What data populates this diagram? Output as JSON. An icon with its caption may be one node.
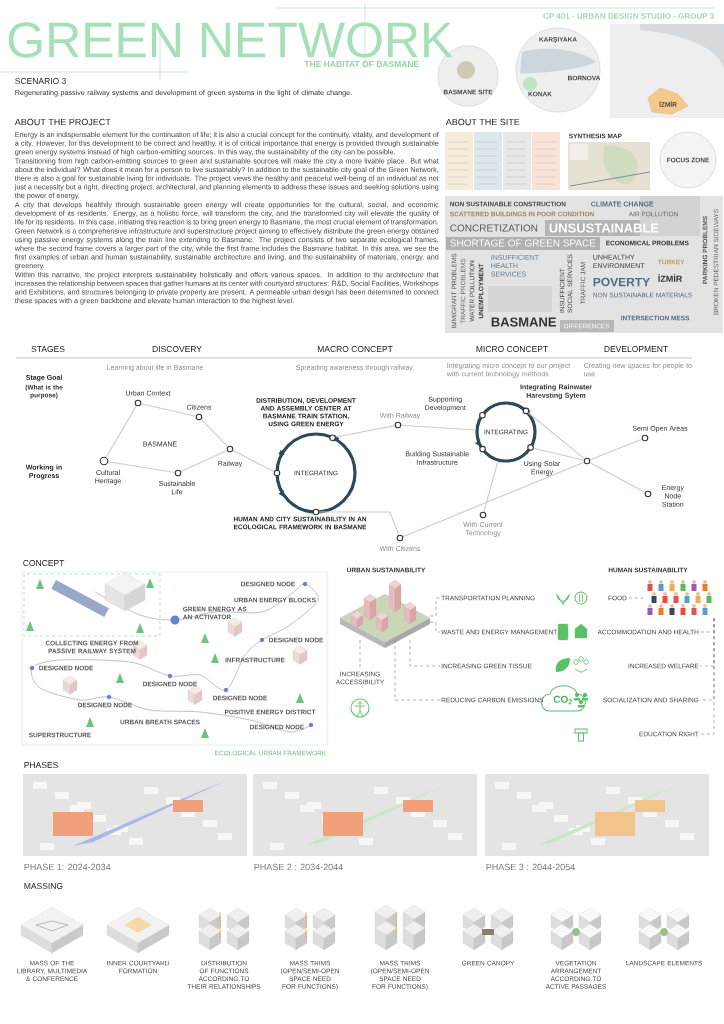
{
  "diagram": {
    "title": "GREEN NETWORK",
    "nodes": [
      {
        "text": [
          "INTEGRATING"
        ]
      },
      {
        "text": [
          "INTEGRATING"
        ]
      },
      {
        "text": [],
        "shape": "circle",
        "beside": [
          "Urban Context"
        ]
      },
      {
        "text": [],
        "shape": "circle",
        "beside": [
          "Citizens"
        ]
      },
      {
        "text": [],
        "shape": "circle",
        "beside": [
          "Railway"
        ]
      },
      {
        "text": [],
        "shape": "circle",
        "beside": [
          "Cultural Heritage"
        ]
      },
      {
        "text": [],
        "shape": "circle",
        "beside": [
          "Sustainable Life"
        ]
      },
      {
        "text": [],
        "shape": "circle",
        "beside": [
          "DISTRIBUTION, DEVELOPMENT AND ASSEMBLY CENTER AT BASMANE TRAIN STATION, USING GREEN ENERGY"
        ]
      },
      {
        "text": [],
        "shape": "circle"
      },
      {
        "text": [],
        "shape": "circle",
        "beside": [
          "HUMAN AND CITY SUSTAINABILITY IN AN ECOLOGICAL FRAMEWORK IN BASMANE"
        ]
      },
      {
        "text": [],
        "shape": "circle",
        "beside": [
          "With Railway"
        ]
      },
      {
        "text": [],
        "shape": "circle",
        "beside": [
          "With Citizens"
        ]
      },
      {
        "text": [],
        "shape": "circle",
        "beside": [
          "With Current Technology"
        ]
      },
      {
        "text": [],
        "shape": "circle",
        "beside": [
          "Supporting Development"
        ]
      },
      {
        "text": [],
        "shape": "circle"
      },
      {
        "text": [],
        "shape": "circle",
        "beside": [
          "Building Sustainable Infrastructure"
        ]
      },
      {
        "text": [],
        "shape": "circle"
      },
      {
        "text": [],
        "shape": "circle"
      },
      {
        "text": [],
        "shape": "circle",
        "beside": [
          "Semi Open Areas"
        ]
      },
      {
        "text": [],
        "shape": "circle",
        "beside": [
          "Energy Node Station"
        ]
      },
      {
        "text": [],
        "shape": "picture"
      },
      {
        "text": [],
        "shape": "picture"
      },
      {
        "text": [
          "TRANSPORTATION PLANNING"
        ]
      },
      {
        "text": [
          "WASTE AND ENERGY MANAGEMENT"
        ]
      },
      {
        "text": [
          "INCREASING GREEN TISSUE"
        ]
      },
      {
        "text": [
          "REDUCING CARBON EMISSIONS"
        ]
      },
      {
        "text": [
          "INCREASING ACCESSIBILITY"
        ]
      },
      {
        "text": [
          "FOOD"
        ]
      },
      {
        "text": [
          "ACCOMMODATION AND HEALTH"
        ]
      },
      {
        "text": [
          "INCREASED WELFARE"
        ]
      },
      {
        "text": [
          "SOCIALIZATION AND SHARING"
        ]
      },
      {
        "text": [
          "EDUCATION RIGHT"
        ]
      }
    ],
    "edges": [
      {
        "from": 2,
        "to": 5,
        "arrow": "none"
      },
      {
        "from": 2,
        "to": 3,
        "arrow": "none"
      },
      {
        "from": 3,
        "to": 4,
        "arrow": "none"
      },
      {
        "from": 5,
        "to": 6,
        "arrow": "none"
      },
      {
        "from": 6,
        "to": 4,
        "arrow": "none"
      },
      {
        "from": 4,
        "to": 8,
        "arrow": "none"
      },
      {
        "from": 7,
        "to": 10,
        "arrow": "none"
      },
      {
        "from": 10,
        "to": 1,
        "arrow": "none"
      },
      {
        "from": 9,
        "to": 11,
        "arrow": "none"
      },
      {
        "from": 11,
        "to": 17,
        "arrow": "none"
      },
      {
        "from": 12,
        "to": 1,
        "arrow": "none"
      },
      {
        "from": 14,
        "to": 17,
        "arrow": "none"
      },
      {
        "from": 16,
        "to": 17,
        "arrow": "none"
      },
      {
        "from": 17,
        "to": 18,
        "arrow": "none"
      },
      {
        "from": 17,
        "to": 19,
        "arrow": "none"
      },
      {
        "from": 20,
        "to": 22,
        "arrow": "none",
        "style": "dashed",
        "color": "#777777"
      },
      {
        "from": 20,
        "to": 23,
        "arrow": "none",
        "style": "dashed",
        "color": "#777777"
      },
      {
        "from": 20,
        "to": 24,
        "arrow": "none",
        "style": "dashed",
        "color": "#777777"
      },
      {
        "from": 20,
        "to": 25,
        "arrow": "none",
        "style": "dashed",
        "color": "#777777"
      },
      {
        "from": 20,
        "to": 26,
        "arrow": "none",
        "style": "dashed",
        "color": "#777777"
      },
      {
        "from": 21,
        "to": 27,
        "arrow": "none",
        "style": "dashed",
        "color": "#777777"
      },
      {
        "from": 21,
        "to": 28,
        "arrow": "none",
        "style": "dashed",
        "color": "#777777"
      },
      {
        "from": 21,
        "to": 29,
        "arrow": "none",
        "style": "dashed",
        "color": "#777777"
      },
      {
        "from": 21,
        "to": 30,
        "arrow": "none",
        "style": "dashed",
        "color": "#777777"
      },
      {
        "from": 21,
        "to": 31,
        "arrow": "none",
        "style": "dashed",
        "color": "#777777"
      }
    ],
    "labels": [
      "THE HABITAT OF BASMANE",
      "CP 401 - URBAN DESIGN STUDIO - GROUP 3",
      "SCENARIO 3",
      "Regenerating passive railway systems and development of green systems in the light of climate change.",
      "ABOUT THE PROJECT",
      "Energy is an indispensable element for the continuation of life; it is also a crucial concept for the continuity, vitality, and development of a city. However, for this development to be correct and healthy, it is of critical importance that energy is provided through sustainable green energy systems instead of high carbon-emitting sources. In this way, the sustainability of the city can be possible.",
      "Transitioning from high carbon-emitting sources to green and sustainable sources will make the city a more livable place. But what about the individual? What does it mean for a person to live sustainably? In addition to the sustainable city goal of the Green Network, there is also a goal for sustainable living for individuals. The project views the healthy and peaceful well-being of an individual as not just a necessity but a right, directing project, architectural, and planning elements to address these issues and seeking solutions using the power of energy.",
      "A city that develops healthily through sustainable green energy will create opportunities for the cultural, social, and economic development of its residents. Energy, as a holistic force, will transform the city, and the transformed city will elevate the quality of life for its residents. In this case, initiating this reaction is to bring green energy to Basmane, the most crucial element of transformation.",
      "Green Network is a comprehensive infrastructure and superstructure project aiming to effectively distribute the green energy obtained using passive energy systems along the train line extending to Basmane. The project consists of two separate ecological frames, where the second frame covers a larger part of the city, while the first frame includes the Basmane habitat. In this area, we see the first examples of urban and human sustainability, sustainable architecture and living, and the sustainability of materials, energy, and greenery.",
      "Within this narrative, the project interprets sustainability holistically and offers various spaces. In addition to the architecture that increases the relationship between spaces that gather humans at its center with courtyard structures: R&D, Social Facilities, Workshops and Exhibitions, and structures belonging to private property are present. A permeable urban design has been determined to connect these spaces with a green backbone and elevate human interaction to the highest level.",
      "ABOUT THE SITE",
      "KARŞIYAKA",
      "BORNOVA",
      "BASMANE SITE",
      "KONAK",
      "İZMİR",
      "SYNTHESIS MAP",
      "FOCUS ZONE",
      "NON SUSTAINABLE CONSTRUCTION",
      "SCATTERED BUILDINGS IN POOR CONDITION",
      "CLIMATE CHANGE",
      "CONCRETIZATION",
      "AIR POLLUTION",
      "UNSUSTAINABLE",
      "ECONOMICAL PROBLEMS",
      "SHORTAGE OF GREEN SPACE",
      "INSUFFICIENT HEALTH SERVICES",
      "UNHEALTHY ENVIRONMENT",
      "POVERTY",
      "NON SUSTAINABLE MATERIALS",
      "IMMIGRANT PROBLEMS",
      "TRAFFIC PROBLEMS",
      "WATER POLLUTION",
      "UNEMPLOYMENT",
      "INSUFFICIENT SOCIAL SERVICES",
      "TRAFFIC JAM",
      "BASMANE",
      "INTERSECTION MESS",
      "DIFFERENCES",
      "TURKEY",
      "İZMİR",
      "PARKING PROBLEMS",
      "BROKEN PEDESTRIAN SIDEWAYS",
      "STAGES",
      "DISCOVERY",
      "MACRO CONCEPT",
      "MICRO CONCEPT",
      "DEVELOPMENT",
      "Stage Goal",
      "(What is the purpose)",
      "Learning about life in Basmane",
      "Spreading awareness through railway.",
      "Integrating micro concept to our project with current technology methods",
      "Creating new spaces for people to use",
      "Working in Progress",
      "BASMANE",
      "Integrating Rainwater Harevsting Sytem",
      "Using Solar Energy",
      "CONCEPT",
      "URBAN SUSTAINABILITY",
      "HUMAN SUSTAINABILITY",
      "URBAN ENERGY BLOCKS",
      "GREEN ENERGY AS AN ACTIVATOR",
      "COLLECTING ENERGY FROM PASSIVE RAILWAY SYSTEM",
      "DESIGNED NODE",
      "DESIGNED NODE",
      "INFRASTRUCTURE",
      "DESIGNED NODE",
      "DESIGNED NODE",
      "DESIGNED NODE",
      "POSITIVE ENERGY DISTRICT",
      "DESIGNED NODE",
      "URBAN BREATH SPACES",
      "DESIGNED NODE",
      "SUPERSTRUCTURE",
      "ECOLOGICAL URBAN FRAMEWORK",
      "CO$_{2}$",
      "PHASES",
      "PHASE 1: 2024-2034",
      "PHASE 2 : 2034-2044",
      "PHASE 3 : 2044-2054",
      "MASSING",
      "MASS OF THE LIBRARY, MULTIMEDIA & CONFERENCE",
      "INNER COURTYARD FORMATION",
      "DISTRIBUTION OF FUNCTIONS ACCORDING TO THEIR RELATIONSHIPS",
      "MASS TRIMS (OPEN/SEMI-OPEN SPACE NEED FOR FUNCTIONS)",
      "MASS TRIMS (OPEN/SEMI-OPEN SPACE NEED FOR FUNCTIONS)",
      "GREEN CANOPY",
      "VEGETATION ARRANGEMENT ACCORDING TO ACTIVE PASSAGES",
      "LANDSCAPE ELEMENTS"
    ]
  }
}
